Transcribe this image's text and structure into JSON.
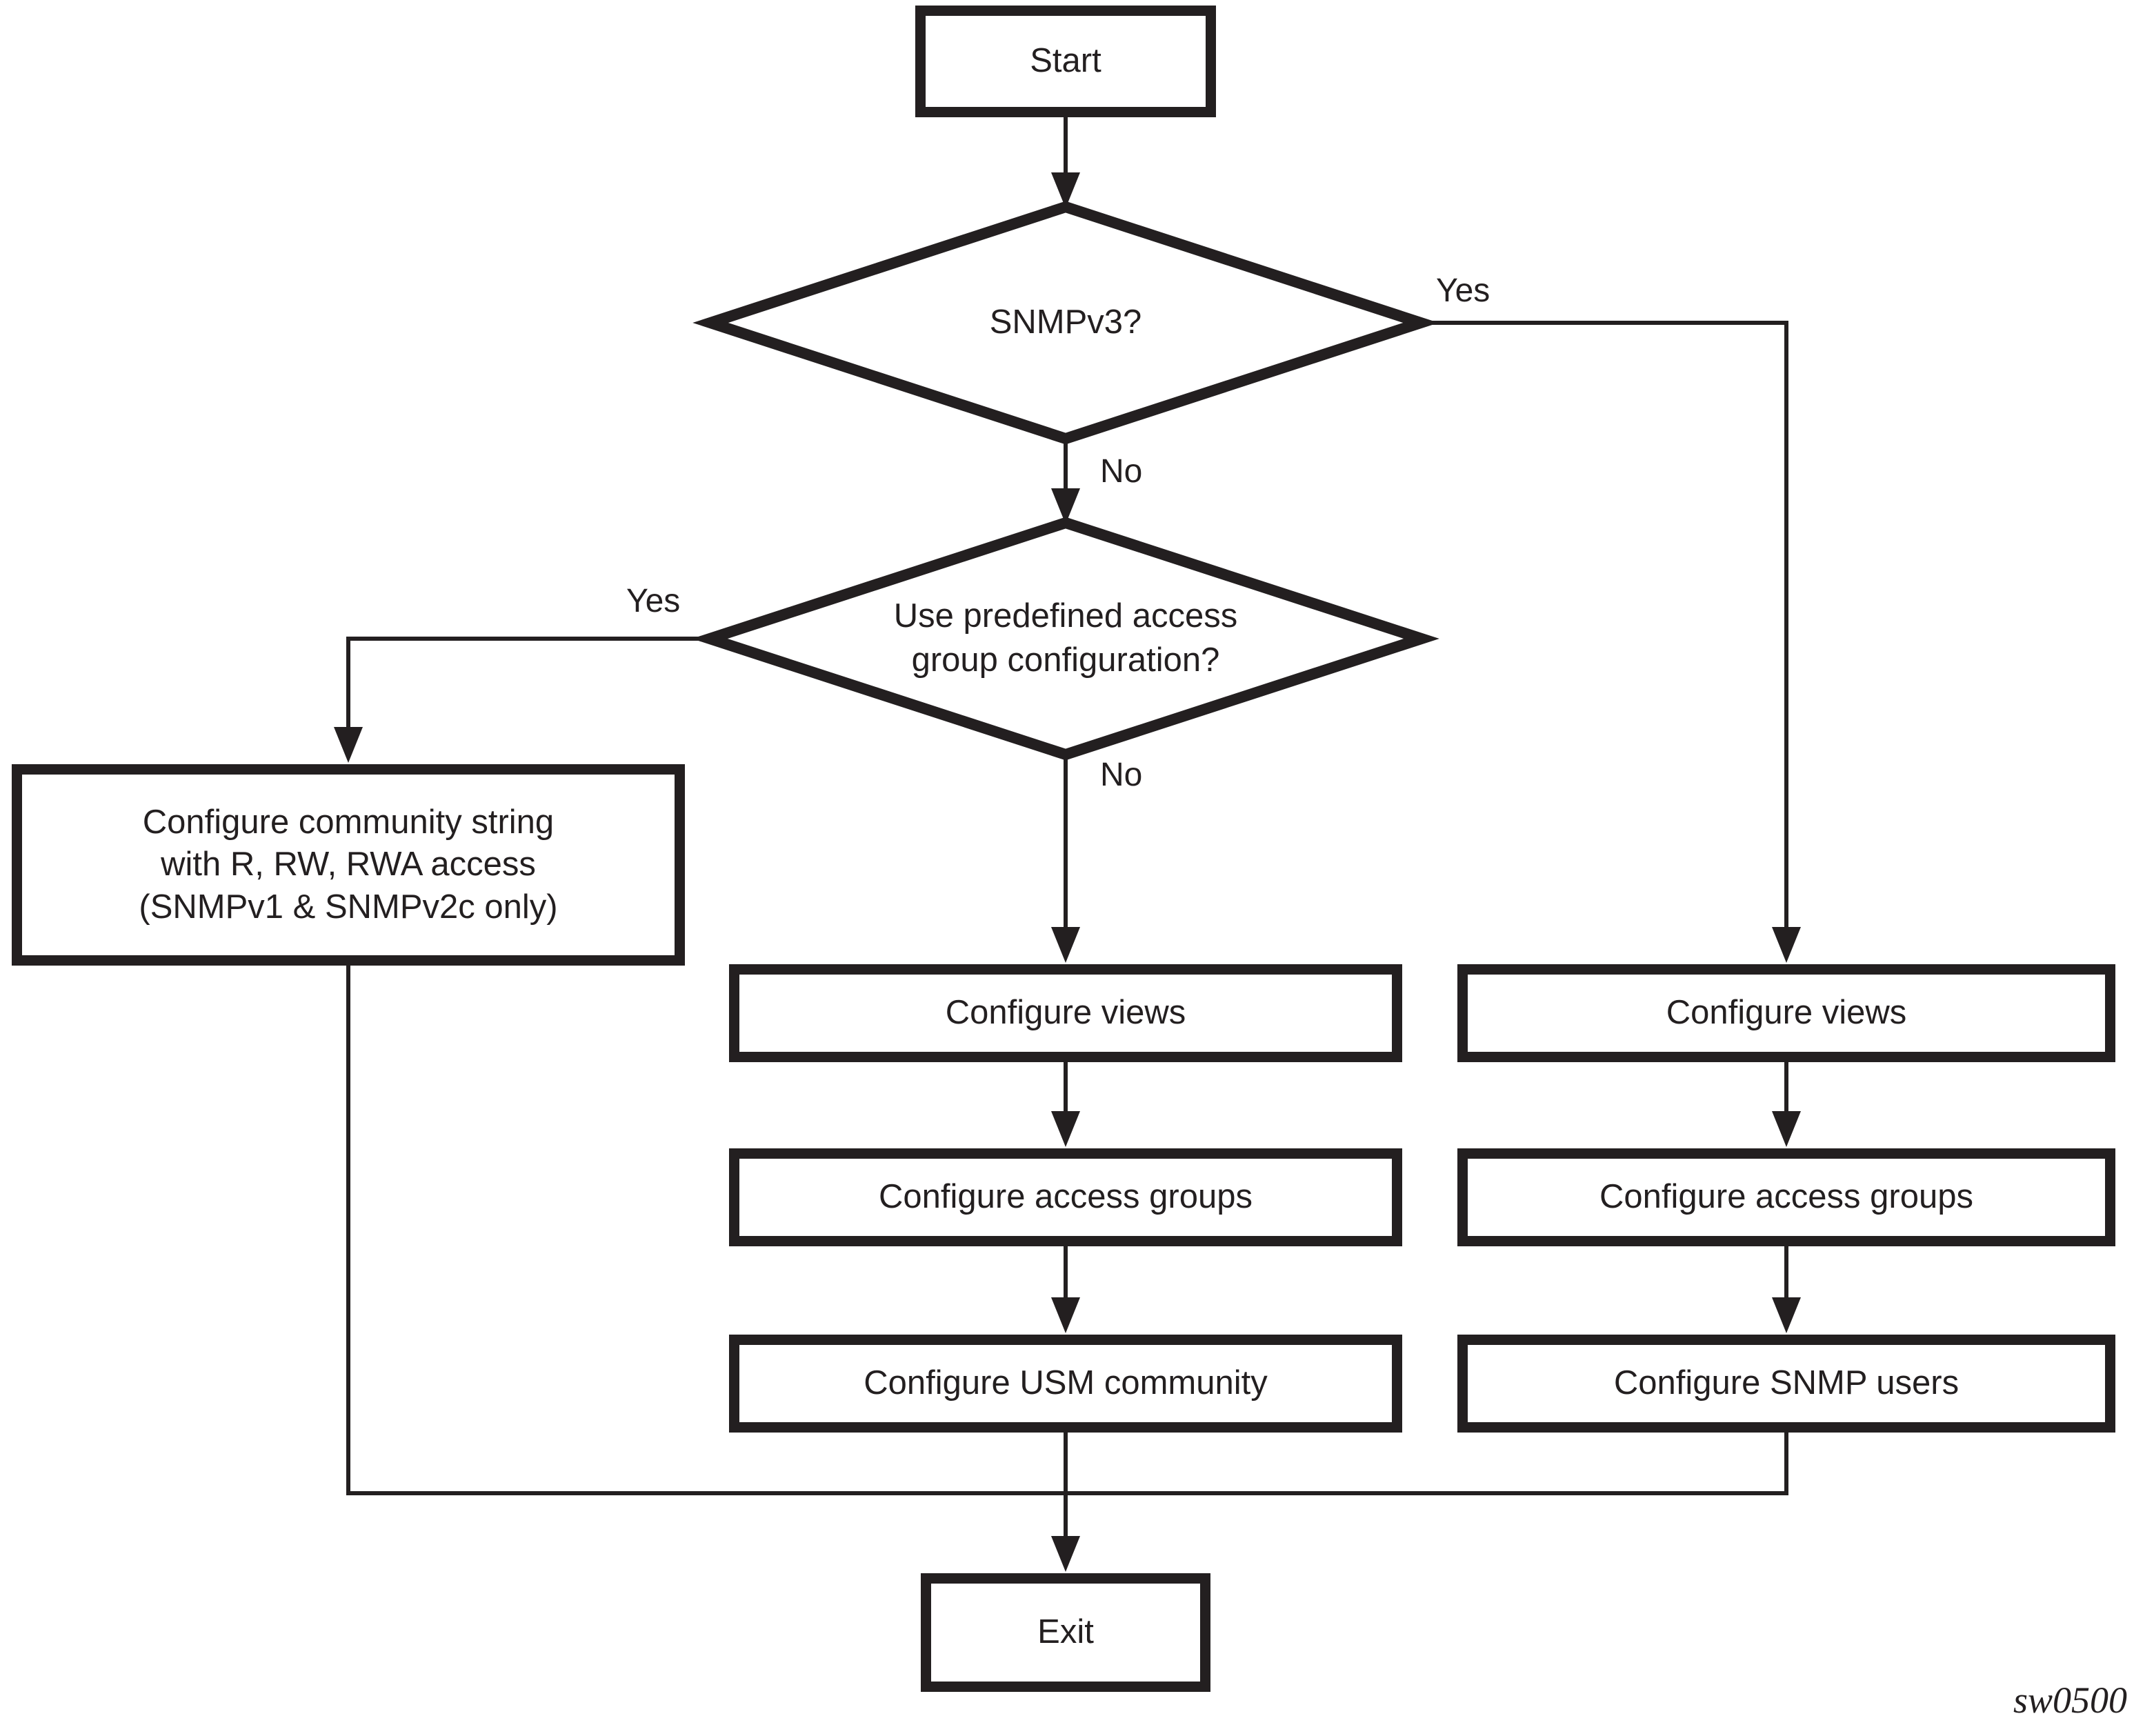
{
  "diagram": {
    "figure_id": "sw0500",
    "ink_color": "#231f20",
    "background_color": "#ffffff",
    "nodes": {
      "start": {
        "label": "Start"
      },
      "decision_snmpv3": {
        "label": "SNMPv3?"
      },
      "decision_predefined": {
        "label_line1": "Use predefined access",
        "label_line2": "group configuration?"
      },
      "configure_community": {
        "label_line1": "Configure community string",
        "label_line2": "with R, RW, RWA access",
        "label_line3": "(SNMPv1 & SNMPv2c only)"
      },
      "mid_configure_views": {
        "label": "Configure views"
      },
      "mid_configure_access_groups": {
        "label": "Configure access groups"
      },
      "mid_configure_usm_community": {
        "label": "Configure USM community"
      },
      "right_configure_views": {
        "label": "Configure views"
      },
      "right_configure_access_groups": {
        "label": "Configure access groups"
      },
      "right_configure_snmp_users": {
        "label": "Configure SNMP users"
      },
      "exit": {
        "label": "Exit"
      }
    },
    "edge_labels": {
      "snmpv3_yes": "Yes",
      "snmpv3_no": "No",
      "predefined_yes": "Yes",
      "predefined_no": "No"
    }
  }
}
